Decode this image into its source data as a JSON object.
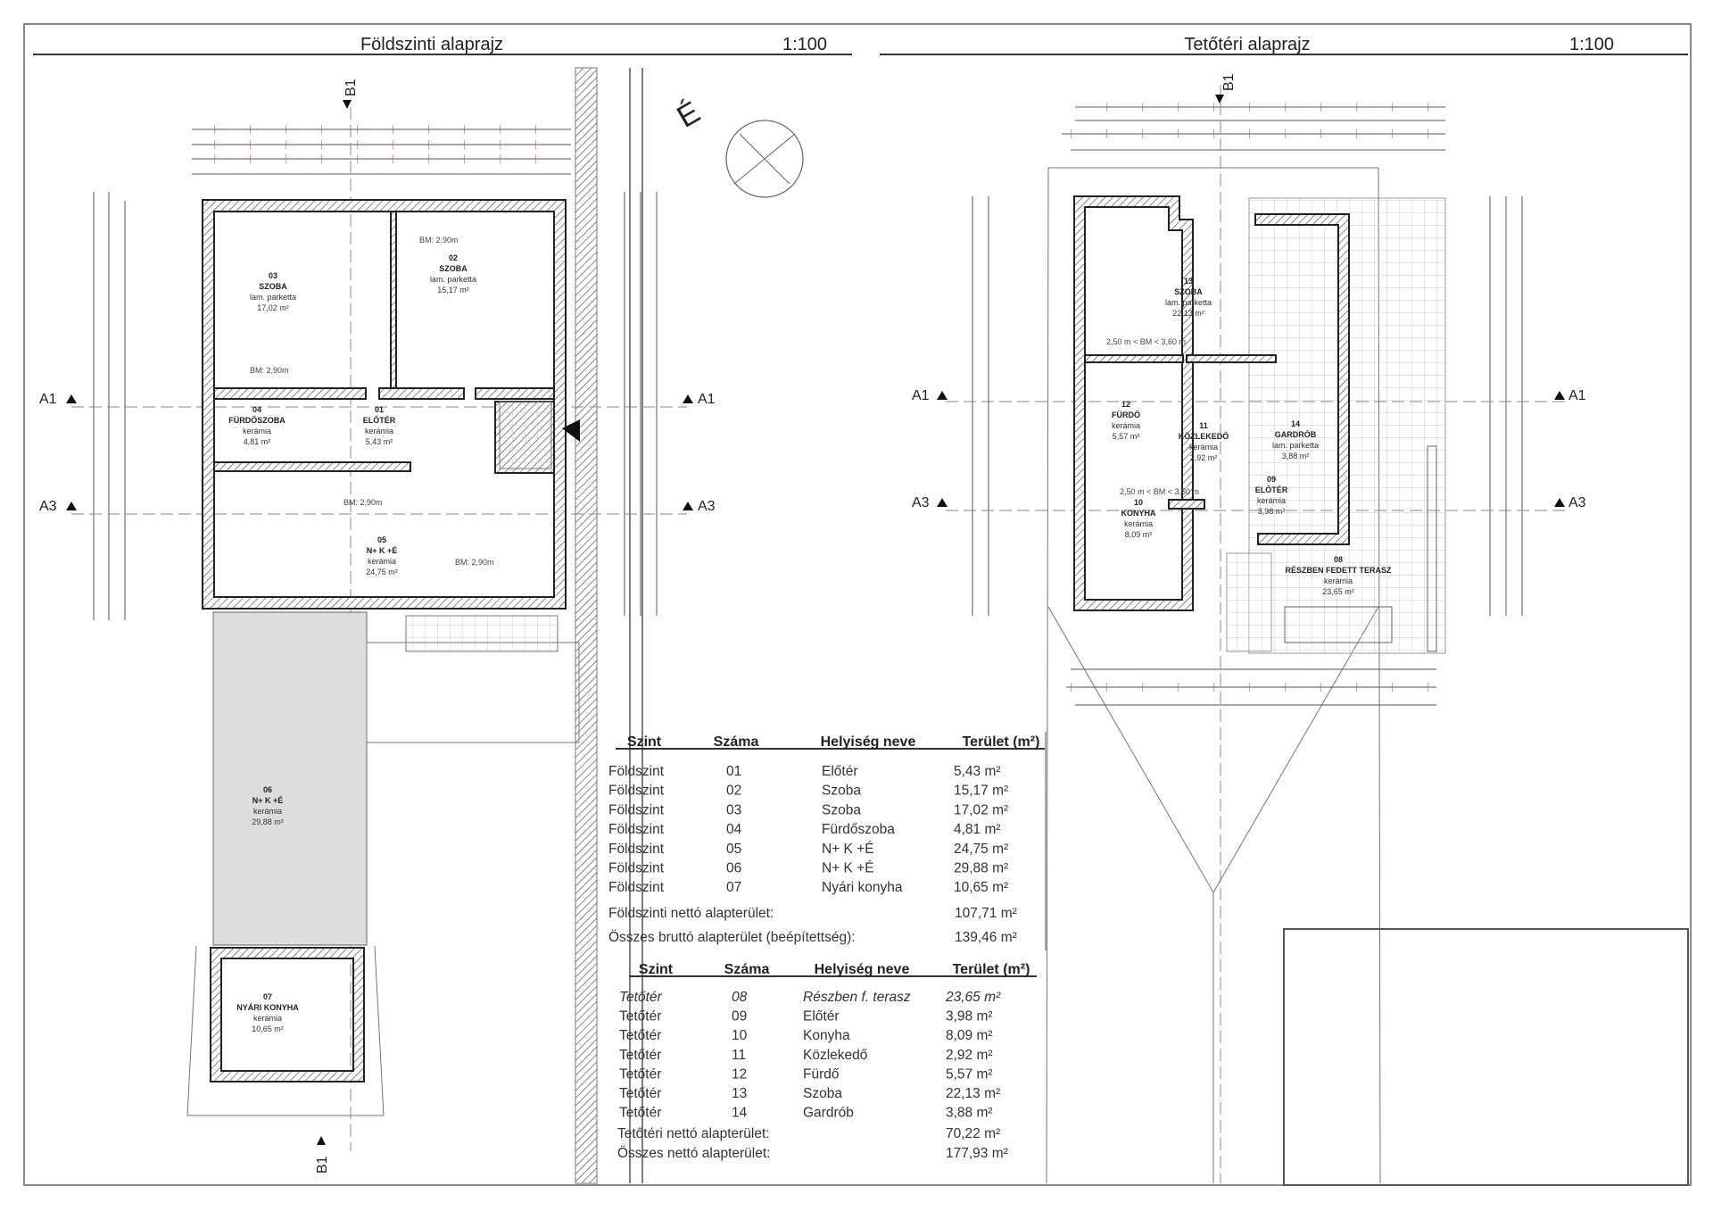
{
  "ground_floor": {
    "title": "Földszinti alaprajz",
    "scale": "1:100",
    "rooms": [
      {
        "no": "03",
        "name": "SZOBA",
        "floor": "lam. parketta",
        "area": "17,02 m²"
      },
      {
        "no": "02",
        "name": "SZOBA",
        "floor": "lam. parketta",
        "area": "15,17 m²"
      },
      {
        "no": "04",
        "name": "FÜRDŐSZOBA",
        "floor": "kerámia",
        "area": "4,81 m²"
      },
      {
        "no": "01",
        "name": "ELŐTÉR",
        "floor": "kerámia",
        "area": "5,43 m²"
      },
      {
        "no": "05",
        "name": "N+ K +É",
        "floor": "kerámia",
        "area": "24,75 m²"
      },
      {
        "no": "06",
        "name": "N+ K +É",
        "floor": "kerámia",
        "area": "29,88 m²"
      },
      {
        "no": "07",
        "name": "NYÁRI KONYHA",
        "floor": "kerámia",
        "area": "10,65 m²"
      }
    ],
    "bm_labels": [
      "BM: 2,90m",
      "BM: 2,90m",
      "BM: 2,90m",
      "BM: 2,90m"
    ]
  },
  "attic_floor": {
    "title": "Tetőtéri alaprajz",
    "scale": "1:100",
    "rooms": [
      {
        "no": "13",
        "name": "SZOBA",
        "floor": "lam. parketta",
        "area": "22,13 m²"
      },
      {
        "no": "12",
        "name": "FÜRDŐ",
        "floor": "kerámia",
        "area": "5,57 m²"
      },
      {
        "no": "11",
        "name": "KÖZLEKEDŐ",
        "floor": "kerámia",
        "area": "2,92 m²"
      },
      {
        "no": "14",
        "name": "GARDRÓB",
        "floor": "lam. parketta",
        "area": "3,88 m²"
      },
      {
        "no": "09",
        "name": "ELŐTÉR",
        "floor": "kerámia",
        "area": "3,98 m²"
      },
      {
        "no": "10",
        "name": "KONYHA",
        "floor": "kerámia",
        "area": "8,09 m²"
      },
      {
        "no": "08",
        "name": "RÉSZBEN FEDETT TERASZ",
        "floor": "kerámia",
        "area": "23,65 m²"
      }
    ],
    "bm_labels": [
      "2,50 m < BM < 3,60 m",
      "2,50 m < BM < 3,60 m"
    ]
  },
  "section_marks": {
    "a1": "A1",
    "a3": "A3",
    "b1": "B1"
  },
  "north_label": "É",
  "table_ground": {
    "headers": [
      "Szint",
      "Száma",
      "Helyiség neve",
      "Terület (m²)"
    ],
    "rows": [
      [
        "Földszint",
        "01",
        "Előtér",
        "5,43 m²"
      ],
      [
        "Földszint",
        "02",
        "Szoba",
        "15,17 m²"
      ],
      [
        "Földszint",
        "03",
        "Szoba",
        "17,02 m²"
      ],
      [
        "Földszint",
        "04",
        "Fürdőszoba",
        "4,81 m²"
      ],
      [
        "Földszint",
        "05",
        "N+ K +É",
        "24,75 m²"
      ],
      [
        "Földszint",
        "06",
        "N+ K +É",
        "29,88 m²"
      ],
      [
        "Földszint",
        "07",
        "Nyári konyha",
        "10,65 m²"
      ]
    ],
    "totals": [
      {
        "label": "Földszinti nettó alapterület:",
        "value": "107,71  m²"
      },
      {
        "label": "Összes bruttó alapterület (beépítettség):",
        "value": "139,46  m²"
      }
    ]
  },
  "table_attic": {
    "headers": [
      "Szint",
      "Száma",
      "Helyiség neve",
      "Terület (m²)"
    ],
    "rows": [
      [
        "Tetőtér",
        "08",
        "Részben f. terasz",
        "23,65 m²"
      ],
      [
        "Tetőtér",
        "09",
        "Előtér",
        "3,98 m²"
      ],
      [
        "Tetőtér",
        "10",
        "Konyha",
        "8,09 m²"
      ],
      [
        "Tetőtér",
        "11",
        "Közlekedő",
        "2,92 m²"
      ],
      [
        "Tetőtér",
        "12",
        "Fürdő",
        "5,57 m²"
      ],
      [
        "Tetőtér",
        "13",
        "Szoba",
        "22,13 m²"
      ],
      [
        "Tetőtér",
        "14",
        "Gardrób",
        "3,88 m²"
      ]
    ],
    "totals": [
      {
        "label": "Tetőtéri nettó alapterület:",
        "value": "70,22 m²"
      },
      {
        "label": "Összes nettó alapterület:",
        "value": "177,93 m²"
      }
    ]
  }
}
